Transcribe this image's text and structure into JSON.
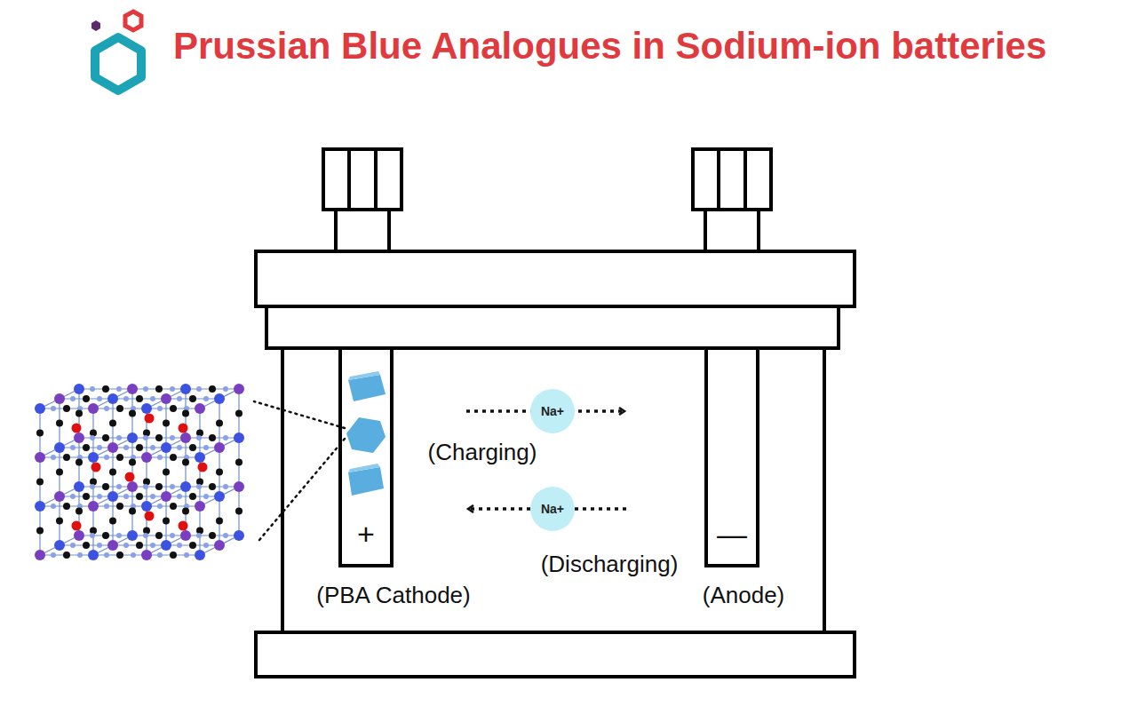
{
  "diagram": {
    "title": "Prussian Blue Analogues in Sodium-ion batteries",
    "nodes": [
      {
        "text": [
          "+",
          "(PBA Cathode)"
        ]
      },
      {
        "text": [
          "Na+"
        ]
      },
      {
        "text": [
          "Na+"
        ]
      },
      {
        "text": [
          "—",
          "(Anode)"
        ]
      }
    ],
    "labels": [
      "(Charging)",
      "(Discharging)"
    ]
  }
}
